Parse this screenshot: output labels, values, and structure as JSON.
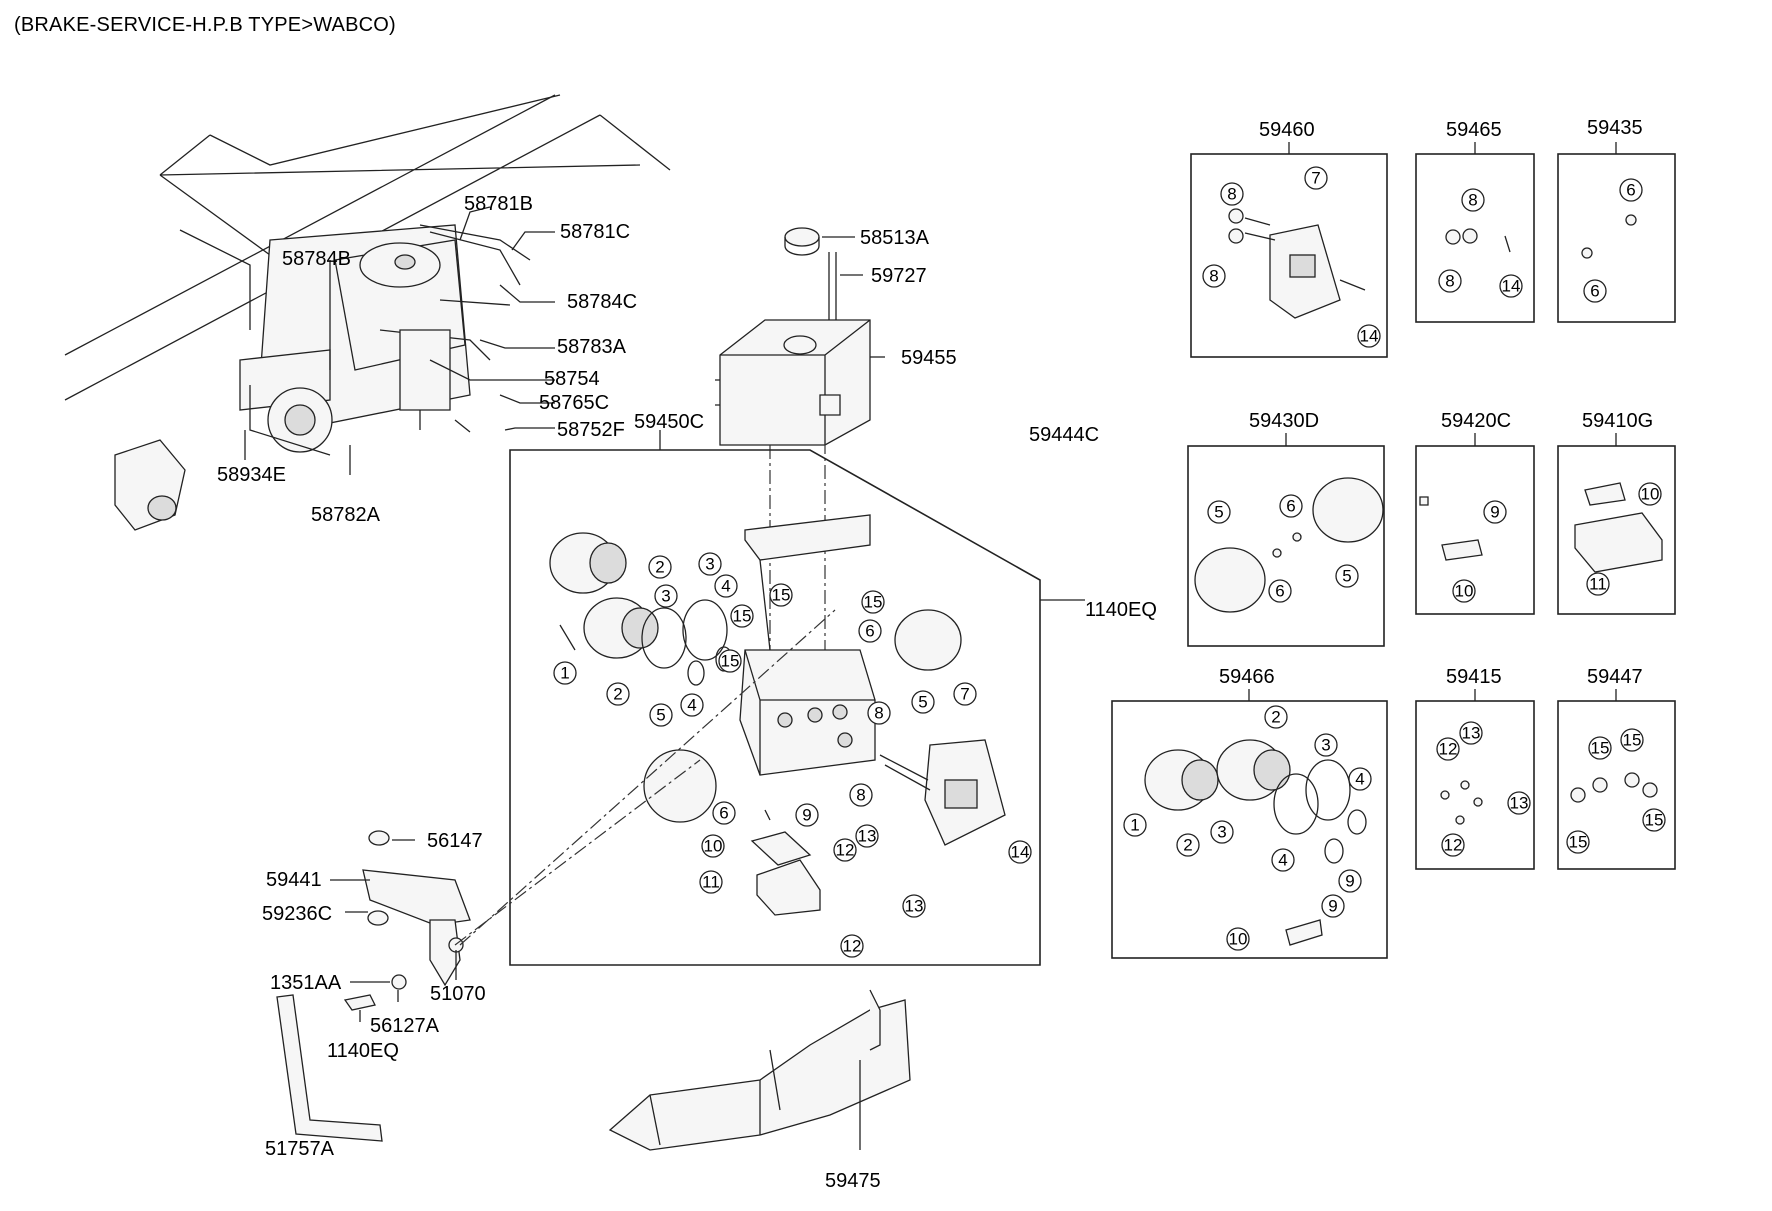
{
  "title": "(BRAKE-SERVICE-H.P.B TYPE>WABCO)",
  "labels": {
    "p58781B": "58781B",
    "p58781C": "58781C",
    "p58784B": "58784B",
    "p58784C": "58784C",
    "p58783A": "58783A",
    "p58754": "58754",
    "p58765C": "58765C",
    "p58752F": "58752F",
    "p58934E": "58934E",
    "p58782A": "58782A",
    "p58513A": "58513A",
    "p59727": "59727",
    "p59455": "59455",
    "p59450C": "59450C",
    "p59444C": "59444C",
    "p1140EQ_a": "1140EQ",
    "p56147": "56147",
    "p59441": "59441",
    "p59236C": "59236C",
    "p1351AA": "1351AA",
    "p51070": "51070",
    "p56127A": "56127A",
    "p1140EQ_b": "1140EQ",
    "p51757A": "51757A",
    "p59475": "59475",
    "p59460": "59460",
    "p59465": "59465",
    "p59435": "59435",
    "p59430D": "59430D",
    "p59420C": "59420C",
    "p59410G": "59410G",
    "p59466": "59466",
    "p59415": "59415",
    "p59447": "59447"
  },
  "callouts": {
    "main": [
      "2",
      "3",
      "3",
      "4",
      "15",
      "15",
      "15",
      "15",
      "1",
      "2",
      "4",
      "6",
      "5",
      "5",
      "8",
      "8",
      "7",
      "6",
      "9",
      "10",
      "12",
      "13",
      "11",
      "13",
      "12",
      "14"
    ],
    "k59460": [
      "8",
      "7",
      "8",
      "14"
    ],
    "k59465": [
      "8",
      "8",
      "14"
    ],
    "k59435": [
      "6",
      "6"
    ],
    "k59430D": [
      "5",
      "6",
      "6",
      "5"
    ],
    "k59420C": [
      "9",
      "10"
    ],
    "k59410G": [
      "10",
      "11"
    ],
    "k59466": [
      "2",
      "3",
      "4",
      "1",
      "3",
      "2",
      "4",
      "9",
      "9",
      "10"
    ],
    "k59415": [
      "12",
      "13",
      "13",
      "12"
    ],
    "k59447": [
      "15",
      "15",
      "15",
      "15"
    ]
  },
  "colors": {
    "stroke": "#222222",
    "fill_light": "#f6f6f6",
    "fill_dark": "#dcdcdc"
  }
}
